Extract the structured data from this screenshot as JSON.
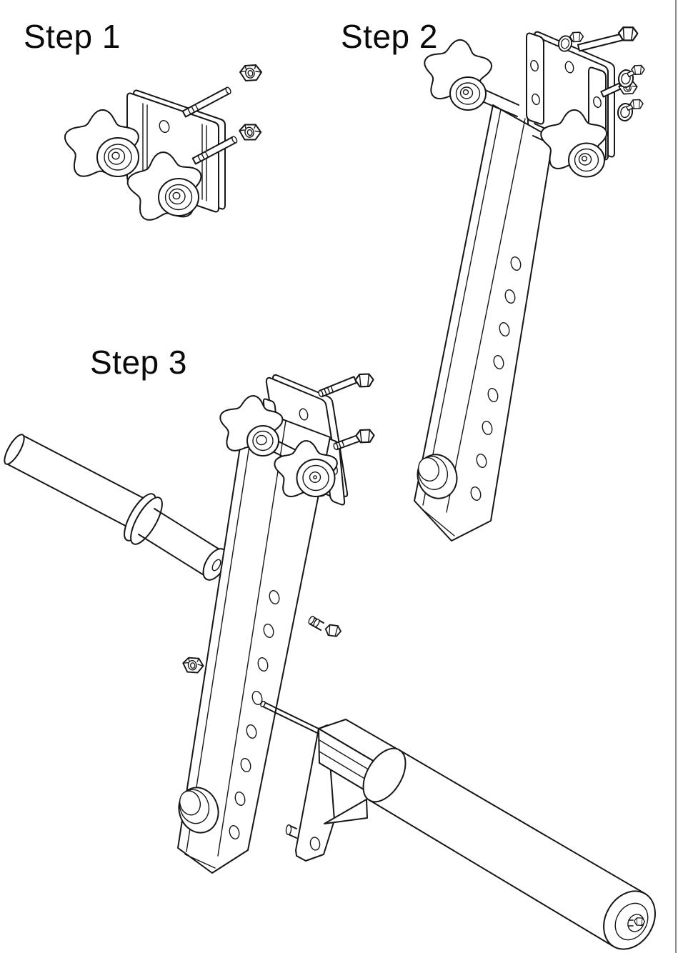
{
  "page": {
    "background": "#ffffff",
    "line_color": "#161616",
    "edge_line_color": "#8c8c8c"
  },
  "steps": [
    {
      "label": "Step 1"
    },
    {
      "label": "Step 2"
    },
    {
      "label": "Step 3"
    }
  ]
}
